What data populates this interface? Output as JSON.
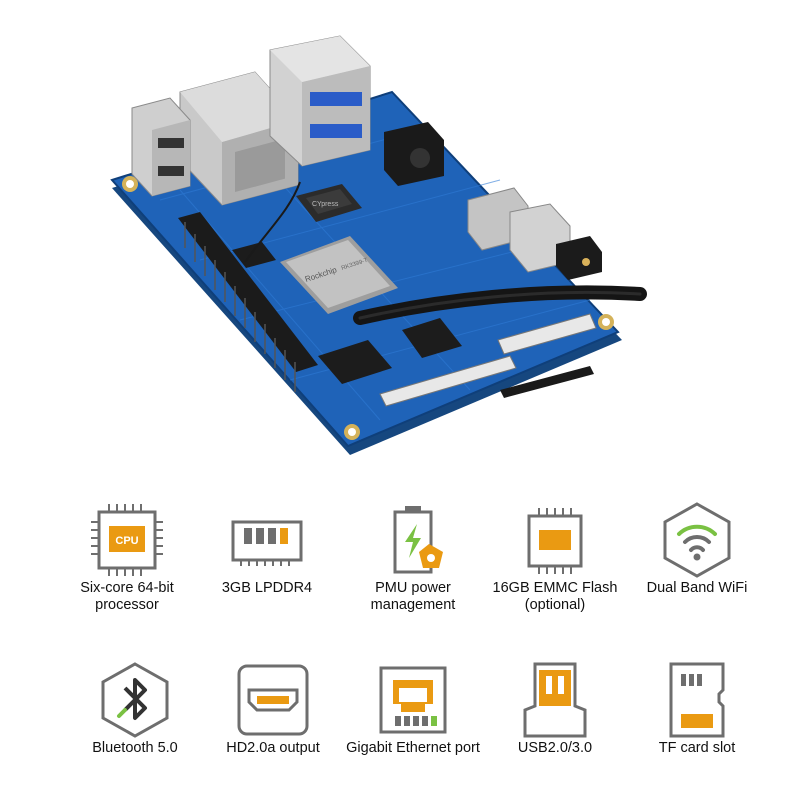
{
  "board": {
    "chip_brand": "Rockchip",
    "chip_model": "RK3399-T",
    "wifi_brand": "CYpress"
  },
  "colors": {
    "pcb": "#1f63b8",
    "accent_orange": "#ea9a12",
    "accent_green": "#7ac143",
    "icon_grey": "#6e6e6e"
  },
  "features": [
    {
      "icon": "cpu-icon",
      "label": "Six-core 64-bit processor"
    },
    {
      "icon": "ram-icon",
      "label": "3GB LPDDR4"
    },
    {
      "icon": "battery-bolt-icon",
      "label_lines": [
        "PMU power",
        "management"
      ]
    },
    {
      "icon": "emmc-chip-icon",
      "label_lines": [
        "16GB EMMC Flash",
        "(optional)"
      ]
    },
    {
      "icon": "wifi-icon",
      "label": "Dual Band WiFi"
    },
    {
      "icon": "bluetooth-icon",
      "label": "Bluetooth 5.0"
    },
    {
      "icon": "hdmi-port-icon",
      "label": "HD2.0a output"
    },
    {
      "icon": "ethernet-port-icon",
      "label": "Gigabit Ethernet port"
    },
    {
      "icon": "usb-port-icon",
      "label": "USB2.0/3.0"
    },
    {
      "icon": "sd-card-icon",
      "label": "TF card slot"
    }
  ]
}
